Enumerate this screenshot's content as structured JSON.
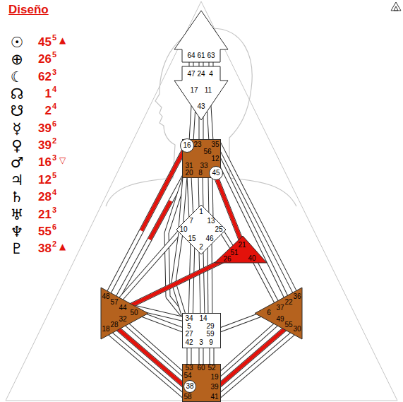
{
  "diagram": {
    "title": "Diseño",
    "nodes": [
      {
        "text": [
          "64",
          "61",
          "63"
        ]
      },
      {
        "text": [
          "47",
          "24",
          "4",
          "17",
          "43",
          "11"
        ]
      },
      {
        "text": [
          "23",
          "35",
          "56",
          "12",
          "31",
          "33",
          "20",
          "8"
        ]
      },
      {
        "text": [
          "16"
        ],
        "in": 2
      },
      {
        "text": [
          "45"
        ],
        "in": 2
      },
      {
        "text": [
          "1",
          "7",
          "13",
          "10",
          "25",
          "15",
          "46",
          "2"
        ]
      },
      {
        "text": [
          "21",
          "51",
          "26",
          "40"
        ]
      },
      {
        "text": [
          "48",
          "57",
          "44",
          "50",
          "32",
          "28",
          "18"
        ]
      },
      {
        "text": [
          "36",
          "22",
          "37",
          "6",
          "49",
          "55",
          "30"
        ]
      },
      {
        "text": [
          "34",
          "14",
          "5",
          "29",
          "27",
          "59",
          "42",
          "3",
          "9"
        ]
      },
      {
        "text": [
          "53",
          "60",
          "52",
          "54",
          "19",
          "39",
          "58",
          "41"
        ]
      },
      {
        "text": [
          "38"
        ],
        "in": 10
      }
    ],
    "edges": [
      {
        "from": 0,
        "to": 1,
        "arrow": "none"
      },
      {
        "from": 0,
        "to": 1,
        "arrow": "none"
      },
      {
        "from": 0,
        "to": 1,
        "arrow": "none"
      },
      {
        "from": 1,
        "to": 2,
        "arrow": "none"
      },
      {
        "from": 1,
        "to": 2,
        "arrow": "none"
      },
      {
        "from": 1,
        "to": 2,
        "arrow": "none"
      },
      {
        "from": 2,
        "to": 5,
        "arrow": "none"
      },
      {
        "from": 2,
        "to": 5,
        "arrow": "none"
      },
      {
        "from": 2,
        "to": 5,
        "arrow": "none"
      },
      {
        "from": 2,
        "to": 7,
        "arrow": "none"
      },
      {
        "from": 2,
        "to": 7,
        "arrow": "none"
      },
      {
        "from": 2,
        "to": 9,
        "arrow": "none"
      },
      {
        "from": 5,
        "to": 2,
        "arrow": "none"
      },
      {
        "from": 5,
        "to": 7,
        "arrow": "none"
      },
      {
        "from": 5,
        "to": 9,
        "arrow": "none"
      },
      {
        "from": 9,
        "to": 7,
        "arrow": "none"
      },
      {
        "from": 2,
        "to": 6,
        "arrow": "none"
      },
      {
        "from": 2,
        "to": 8,
        "arrow": "none"
      },
      {
        "from": 2,
        "to": 8,
        "arrow": "none"
      },
      {
        "from": 5,
        "to": 6,
        "arrow": "none"
      },
      {
        "from": 5,
        "to": 9,
        "arrow": "none"
      },
      {
        "from": 5,
        "to": 9,
        "arrow": "none"
      },
      {
        "from": 5,
        "to": 9,
        "arrow": "none"
      },
      {
        "from": 6,
        "to": 7,
        "arrow": "none"
      },
      {
        "from": 6,
        "to": 8,
        "arrow": "none"
      },
      {
        "from": 7,
        "to": 9,
        "arrow": "none"
      },
      {
        "from": 8,
        "to": 9,
        "arrow": "none"
      },
      {
        "from": 9,
        "to": 10,
        "arrow": "none"
      },
      {
        "from": 9,
        "to": 10,
        "arrow": "none"
      },
      {
        "from": 9,
        "to": 10,
        "arrow": "none"
      },
      {
        "from": 7,
        "to": 10,
        "arrow": "none"
      },
      {
        "from": 7,
        "to": 10,
        "arrow": "none"
      },
      {
        "from": 7,
        "to": 10,
        "arrow": "none"
      },
      {
        "from": 8,
        "to": 10,
        "arrow": "none"
      },
      {
        "from": 8,
        "to": 10,
        "arrow": "none"
      },
      {
        "from": 8,
        "to": 10,
        "arrow": "none"
      }
    ],
    "labels": [
      "☉",
      "45",
      "5",
      "▲",
      "⊕",
      "26",
      "5",
      "☾",
      "62",
      "3",
      "☊",
      "1",
      "4",
      "☋",
      "2",
      "4",
      "☿",
      "39",
      "6",
      "♀",
      "39",
      "2",
      "♂",
      "16",
      "3",
      "▽",
      "♃",
      "12",
      "5",
      "♄",
      "28",
      "4",
      "♅",
      "21",
      "3",
      "♆",
      "55",
      "6",
      "♇",
      "38",
      "2",
      "▲"
    ]
  }
}
